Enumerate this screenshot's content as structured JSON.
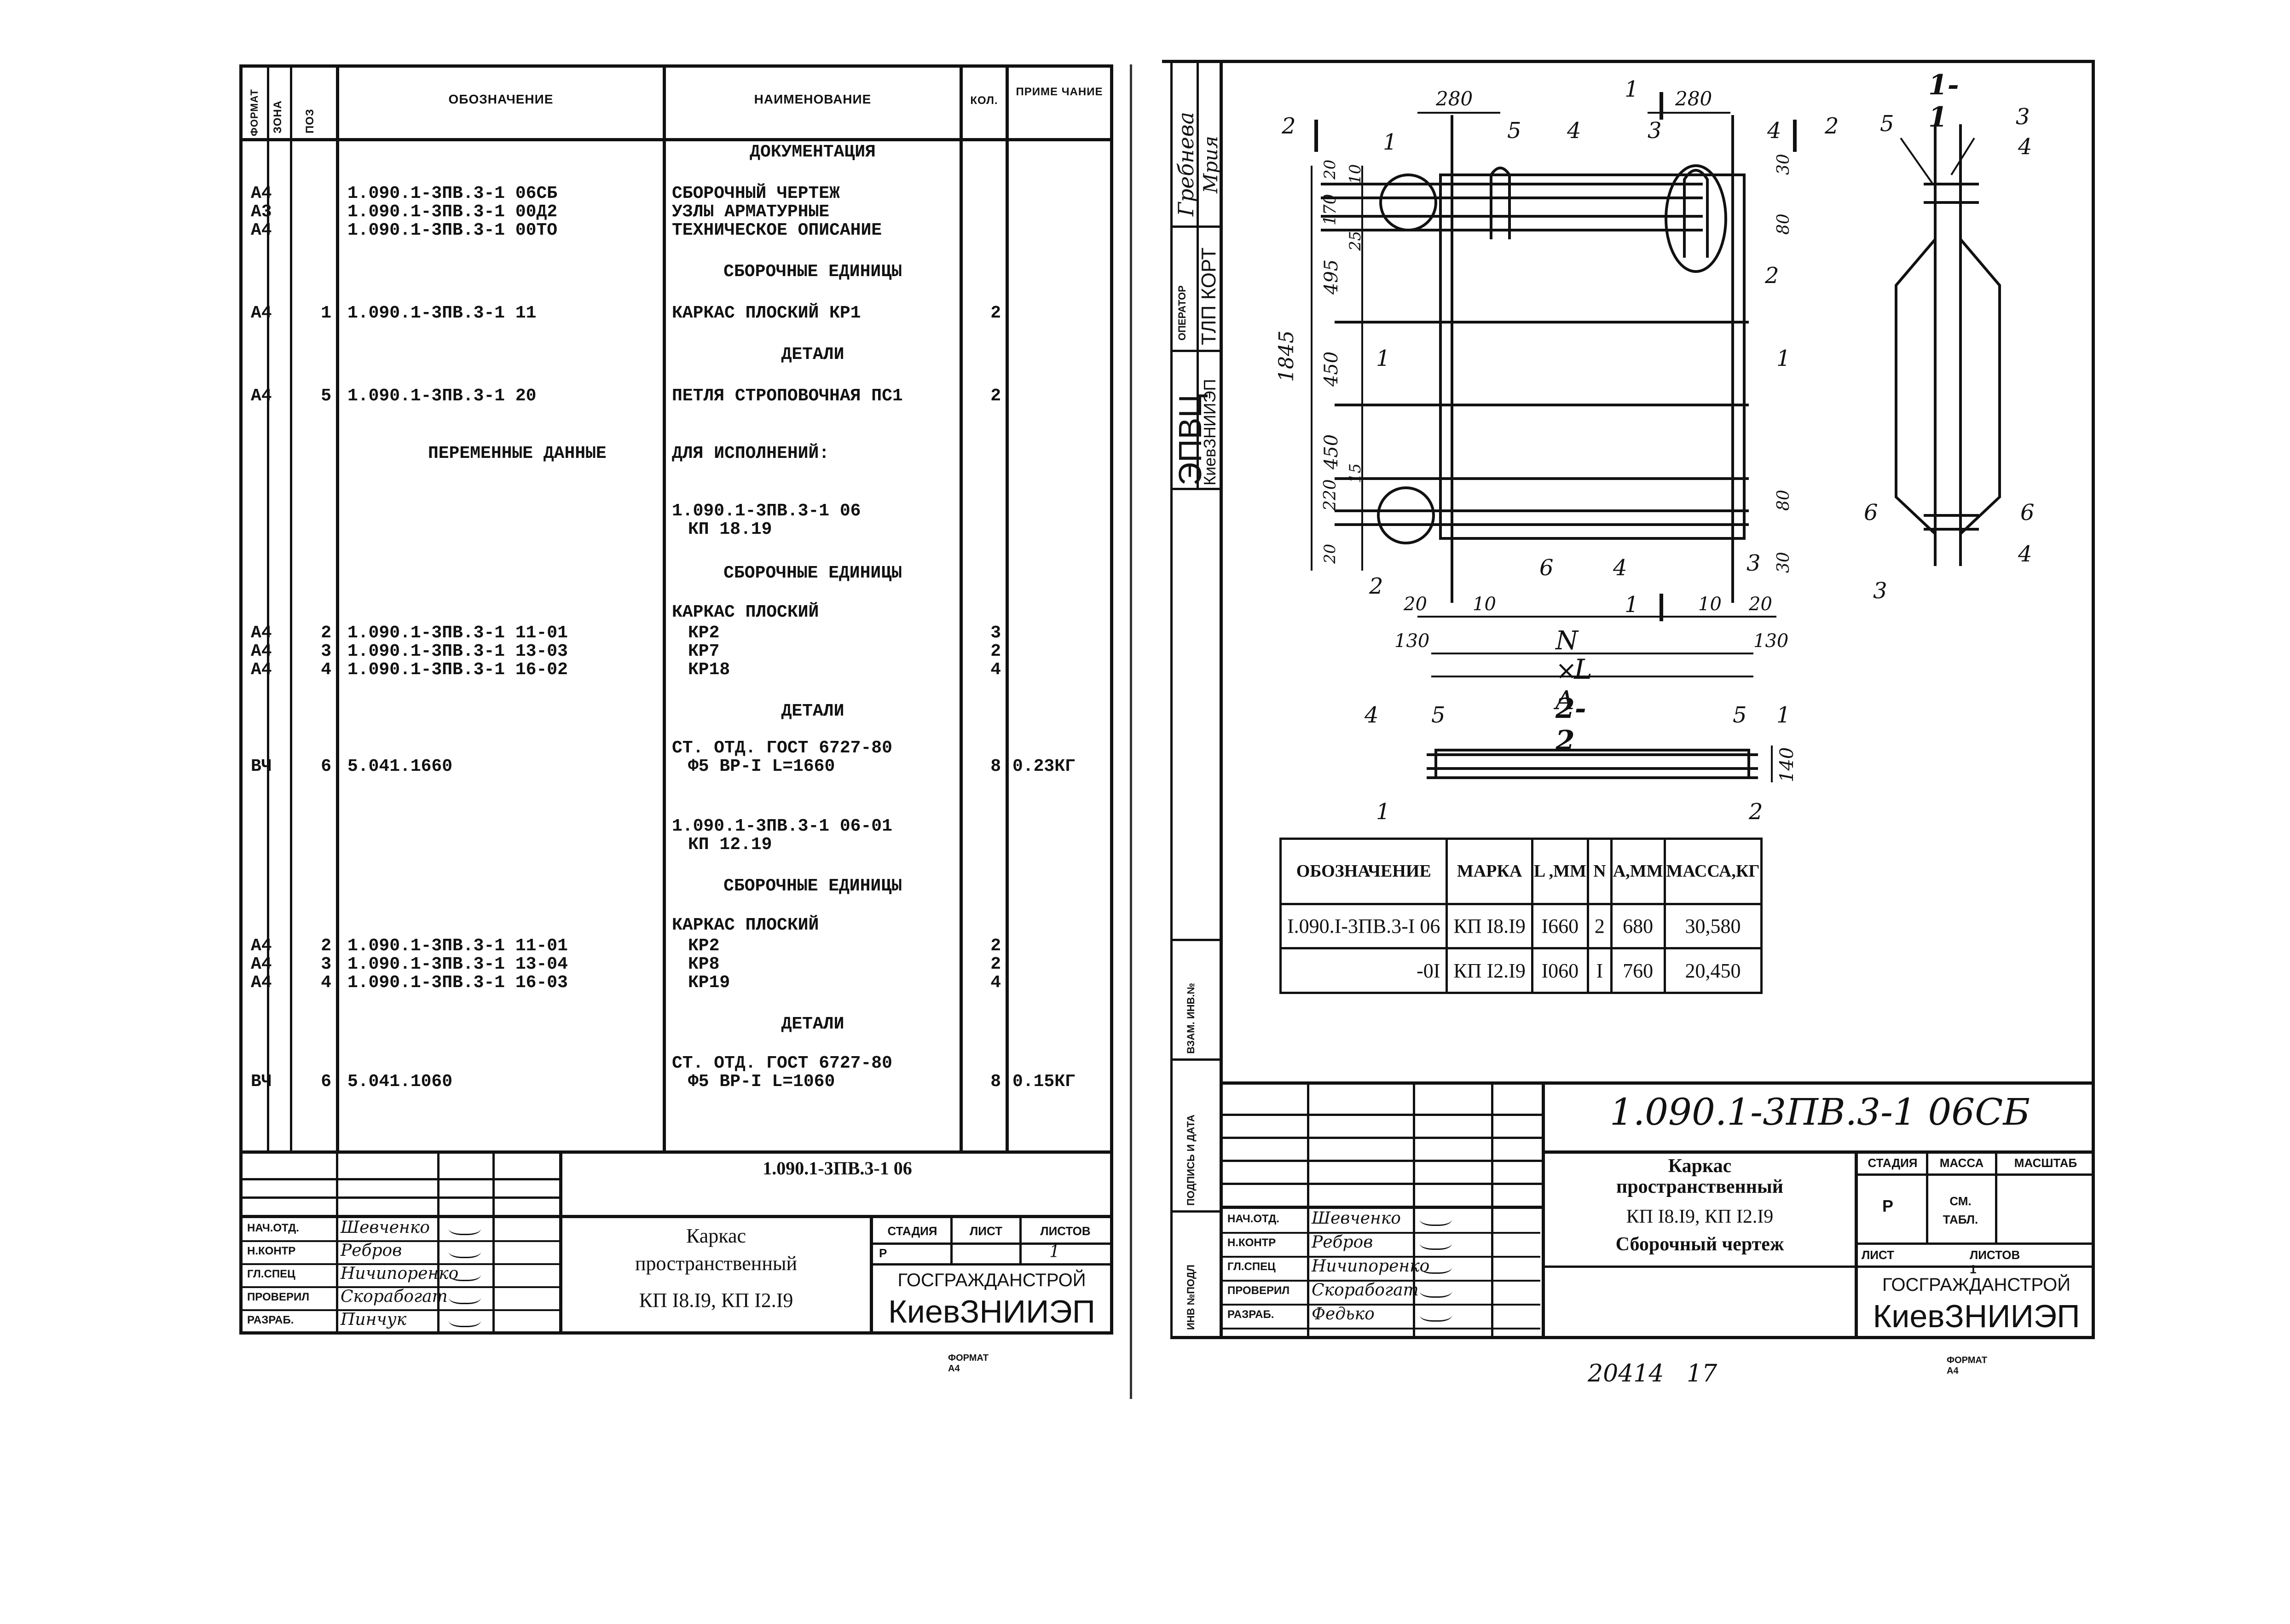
{
  "left_sheet": {
    "headers": {
      "format": "ФОРМАТ",
      "zone": "ЗОНА",
      "pos": "ПОЗ",
      "designation": "ОБОЗНАЧЕНИЕ",
      "name": "НАИМЕНОВАНИЕ",
      "qty": "КОЛ.",
      "note": "ПРИМЕ ЧАНИЕ"
    },
    "rows": [
      {
        "fmt": "",
        "pos": "",
        "des": "",
        "name": "ДОКУМЕНТАЦИЯ",
        "qty": "",
        "note": "",
        "section": true
      },
      {
        "fmt": "А4",
        "pos": "",
        "des": "1.090.1-3ПВ.3-1 06СБ",
        "name": "СБОРОЧНЫЙ ЧЕРТЕЖ",
        "qty": "",
        "note": ""
      },
      {
        "fmt": "А3",
        "pos": "",
        "des": "1.090.1-3ПВ.3-1 00Д2",
        "name": "УЗЛЫ АРМАТУРНЫЕ",
        "qty": "",
        "note": ""
      },
      {
        "fmt": "А4",
        "pos": "",
        "des": "1.090.1-3ПВ.3-1 00ТО",
        "name": "ТЕХНИЧЕСКОЕ ОПИСАНИЕ",
        "qty": "",
        "note": ""
      },
      {
        "fmt": "",
        "pos": "",
        "des": "",
        "name": "СБОРОЧНЫЕ ЕДИНИЦЫ",
        "qty": "",
        "note": "",
        "section": true
      },
      {
        "fmt": "А4",
        "pos": "1",
        "des": "1.090.1-3ПВ.3-1 11",
        "name": "КАРКАС ПЛОСКИЙ КР1",
        "qty": "2",
        "note": ""
      },
      {
        "fmt": "",
        "pos": "",
        "des": "",
        "name": "ДЕТАЛИ",
        "qty": "",
        "note": "",
        "section": true
      },
      {
        "fmt": "А4",
        "pos": "5",
        "des": "1.090.1-3ПВ.3-1 20",
        "name": "ПЕТЛЯ СТРОПОВОЧНАЯ ПС1",
        "qty": "2",
        "note": ""
      },
      {
        "fmt": "",
        "pos": "",
        "des": "ПЕРЕМЕННЫЕ ДАННЫЕ",
        "name": "ДЛЯ ИСПОЛНЕНИЙ:",
        "qty": "",
        "note": ""
      },
      {
        "fmt": "",
        "pos": "",
        "des": "",
        "name": "1.090.1-3ПВ.3-1 06",
        "qty": "",
        "note": ""
      },
      {
        "fmt": "",
        "pos": "",
        "des": "",
        "name": "КП 18.19",
        "qty": "",
        "note": ""
      },
      {
        "fmt": "",
        "pos": "",
        "des": "",
        "name": "СБОРОЧНЫЕ ЕДИНИЦЫ",
        "qty": "",
        "note": "",
        "section": true
      },
      {
        "fmt": "",
        "pos": "",
        "des": "",
        "name": "КАРКАС ПЛОСКИЙ",
        "qty": "",
        "note": ""
      },
      {
        "fmt": "А4",
        "pos": "2",
        "des": "1.090.1-3ПВ.3-1 11-01",
        "name": "КР2",
        "qty": "3",
        "note": ""
      },
      {
        "fmt": "А4",
        "pos": "3",
        "des": "1.090.1-3ПВ.3-1 13-03",
        "name": "КР7",
        "qty": "2",
        "note": ""
      },
      {
        "fmt": "А4",
        "pos": "4",
        "des": "1.090.1-3ПВ.3-1 16-02",
        "name": "КР18",
        "qty": "4",
        "note": ""
      },
      {
        "fmt": "",
        "pos": "",
        "des": "",
        "name": "ДЕТАЛИ",
        "qty": "",
        "note": "",
        "section": true
      },
      {
        "fmt": "",
        "pos": "",
        "des": "",
        "name": "СТ. ОТД. ГОСТ 6727-80",
        "qty": "",
        "note": ""
      },
      {
        "fmt": "ВЧ",
        "pos": "6",
        "des": "5.041.1660",
        "name": "Ф5 ВР-I L=1660",
        "qty": "8",
        "note": "0.23КГ"
      },
      {
        "fmt": "",
        "pos": "",
        "des": "",
        "name": "1.090.1-3ПВ.3-1 06-01",
        "qty": "",
        "note": ""
      },
      {
        "fmt": "",
        "pos": "",
        "des": "",
        "name": "КП 12.19",
        "qty": "",
        "note": ""
      },
      {
        "fmt": "",
        "pos": "",
        "des": "",
        "name": "СБОРОЧНЫЕ ЕДИНИЦЫ",
        "qty": "",
        "note": "",
        "section": true
      },
      {
        "fmt": "",
        "pos": "",
        "des": "",
        "name": "КАРКАС ПЛОСКИЙ",
        "qty": "",
        "note": ""
      },
      {
        "fmt": "А4",
        "pos": "2",
        "des": "1.090.1-3ПВ.3-1 11-01",
        "name": "КР2",
        "qty": "2",
        "note": ""
      },
      {
        "fmt": "А4",
        "pos": "3",
        "des": "1.090.1-3ПВ.3-1 13-04",
        "name": "КР8",
        "qty": "2",
        "note": ""
      },
      {
        "fmt": "А4",
        "pos": "4",
        "des": "1.090.1-3ПВ.3-1 16-03",
        "name": "КР19",
        "qty": "4",
        "note": ""
      },
      {
        "fmt": "",
        "pos": "",
        "des": "",
        "name": "ДЕТАЛИ",
        "qty": "",
        "note": "",
        "section": true
      },
      {
        "fmt": "",
        "pos": "",
        "des": "",
        "name": "СТ. ОТД. ГОСТ 6727-80",
        "qty": "",
        "note": ""
      },
      {
        "fmt": "ВЧ",
        "pos": "6",
        "des": "5.041.1060",
        "name": "Ф5 ВР-I L=1060",
        "qty": "8",
        "note": "0.15КГ"
      }
    ],
    "title_block": {
      "doc_code": "1.090.1-3ПВ.3-1 06",
      "title_line1": "Каркас",
      "title_line2": "пространственный",
      "title_line3": "КП I8.I9, КП I2.I9",
      "stage_label": "СТАДИЯ",
      "sheet_label": "ЛИСТ",
      "sheets_label": "ЛИСТОВ",
      "stage": "Р",
      "sheets": "1",
      "org1": "ГОСГРАЖДАНСТРОЙ",
      "org2": "КиевЗНИИЭП",
      "format": "ФОРМАТ А4",
      "roles": [
        {
          "role": "НАЧ.ОТД.",
          "name": "Шевченко"
        },
        {
          "role": "Н.КОНТР",
          "name": "Ребров"
        },
        {
          "role": "ГЛ.СПЕЦ",
          "name": "Ничипоренко"
        },
        {
          "role": "ПРОВЕРИЛ",
          "name": "Скорабогат"
        },
        {
          "role": "РАЗРАБ.",
          "name": "Пинчук"
        }
      ]
    }
  },
  "right_sheet": {
    "side_labels": {
      "name1": "Гребнева",
      "name2": "Мрия",
      "operator": "ОПЕРАТОР",
      "tp_kort": "ТЛП КОРТ",
      "epvc": "ЭПВЦ",
      "kiev": "КиевЗНИИЭП",
      "vzam": "ВЗАМ. ИНВ.№",
      "podpis": "ПОДПИСЬ И ДАТА",
      "inv": "ИНВ №ПОДЛ"
    },
    "section_labels": {
      "s11": "1-1",
      "s22": "2-2"
    },
    "dims": {
      "d280a": "280",
      "d280b": "280",
      "d1845": "1845",
      "d495": "495",
      "d450a": "450",
      "d450b": "450",
      "d220": "220",
      "d170": "170",
      "d20a": "20",
      "d10a": "10",
      "d25": "25",
      "d15": "15",
      "d20b": "20",
      "d30a": "30",
      "d80a": "80",
      "d80b": "80",
      "d30b": "30",
      "d130a": "130",
      "d130b": "130",
      "d20c": "20",
      "d10b": "10",
      "d10c": "10",
      "d20d": "20",
      "nxa": "N × A",
      "L": "L",
      "d140": "140"
    },
    "table": {
      "headers": [
        "ОБОЗНАЧЕНИЕ",
        "МАРКА",
        "L ,ММ",
        "N",
        "А,ММ",
        "МАССА,КГ"
      ],
      "rows": [
        [
          "I.090.I-3ПВ.3-I 06",
          "КП I8.I9",
          "I660",
          "2",
          "680",
          "30,580"
        ],
        [
          "-0I",
          "КП I2.I9",
          "I060",
          "I",
          "760",
          "20,450"
        ]
      ]
    },
    "title_block": {
      "doc_code": "1.090.1-3ПВ.3-1 06СБ",
      "title_line1": "Каркас",
      "title_line2": "пространственный",
      "title_line3": "КП I8.I9, КП I2.I9",
      "title_line4": "Сборочный чертеж",
      "stage_label": "СТАДИЯ",
      "mass_label": "МАССА",
      "scale_label": "МАСШТАБ",
      "stage": "Р",
      "mass": "СМ. ТАБЛ.",
      "sheet_label": "ЛИСТ",
      "sheets_label": "ЛИСТОВ 1",
      "org1": "ГОСГРАЖДАНСТРОЙ",
      "org2": "КиевЗНИИЭП",
      "format": "ФОРМАТ А4",
      "roles": [
        {
          "role": "НАЧ.ОТД.",
          "name": "Шевченко"
        },
        {
          "role": "Н.КОНТР",
          "name": "Ребров"
        },
        {
          "role": "ГЛ.СПЕЦ",
          "name": "Ничипоренко"
        },
        {
          "role": "ПРОВЕРИЛ",
          "name": "Скорабогат"
        },
        {
          "role": "РАЗРАБ.",
          "name": "Федько"
        }
      ]
    },
    "footer_note": "20414   17"
  }
}
